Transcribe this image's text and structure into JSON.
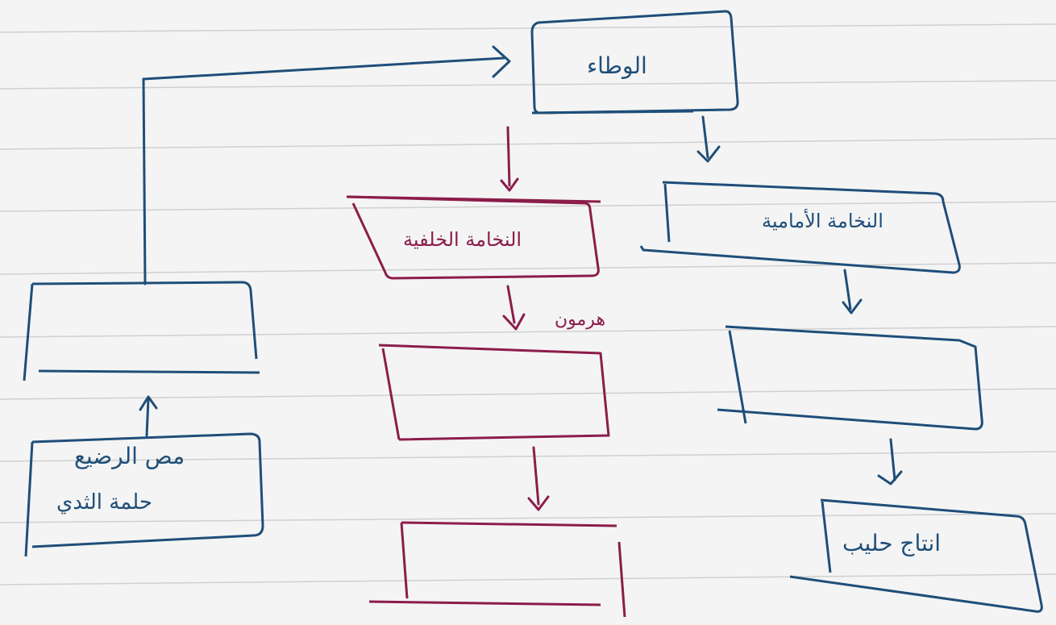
{
  "diagram": {
    "colors": {
      "ink_blue": "#1f4e79",
      "ink_red": "#8b1d4a",
      "ruled_line": "#d0d0d0",
      "paper": "#f4f4f4"
    },
    "nodes": {
      "root": {
        "text": "الوطاء"
      },
      "front_fold": {
        "text": "النخامة الأمامية"
      },
      "front_child": {
        "text": ""
      },
      "front_result": {
        "text": "انتاج حليب"
      },
      "back_fold": {
        "text": "النخامة الخلفية"
      },
      "back_child": {
        "text": ""
      },
      "back_result": {
        "text": ""
      },
      "left_box": {
        "text": ""
      },
      "left_source_line1": {
        "text": "مص الرضيع"
      },
      "left_source_line2": {
        "text": "حلمة الثدي"
      }
    },
    "edge_note": {
      "text": "هرمون"
    }
  }
}
